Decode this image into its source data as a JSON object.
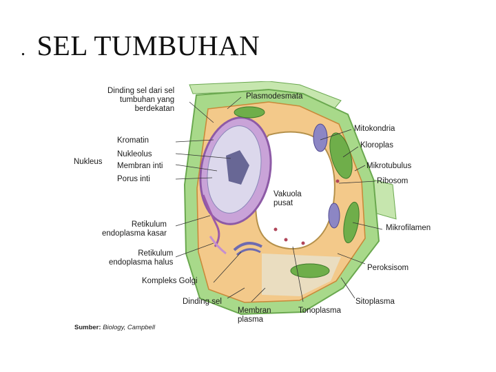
{
  "title": "SEL TUMBUHAN",
  "title_prefix": ".",
  "labels": {
    "dinding_sel_tetangga": "Dinding sel dari sel\ntumbuhan yang\nberdekatan",
    "plasmodesmata": "Plasmodesmata",
    "mitokondria": "Mitokondria",
    "kloroplas": "Kloroplas",
    "mikrotubulus": "Mikrotubulus",
    "ribosom": "Ribosom",
    "nukleus": "Nukleus",
    "kromatin": "Kromatin",
    "nukleolus": "Nukleolus",
    "membran_inti": "Membran inti",
    "porus_inti": "Porus inti",
    "vakuola_pusat": "Vakuola\npusat",
    "re_kasar": "Retikulum\nendoplasma kasar",
    "re_halus": "Retikulum\nendoplasma halus",
    "mikrofilamen": "Mikrofilamen",
    "kompleks_golgi": "Kompleks Golgi",
    "peroksisom": "Peroksisom",
    "dinding_sel": "Dinding sel",
    "membran_plasma": "Membran\nplasma",
    "tonoplasma": "Tonoplasma",
    "sitoplasma": "Sitoplasma"
  },
  "source": {
    "prefix": "Sumber:",
    "work": "Biology,",
    "author": "Campbell"
  },
  "colors": {
    "cell_wall": "#a8d98a",
    "wall_outline": "#6aa84f",
    "cytoplasm": "#f3c98a",
    "nucleus": "#c9a3d8",
    "chloroplast": "#6fae4a",
    "vacuole": "#ffffff"
  }
}
